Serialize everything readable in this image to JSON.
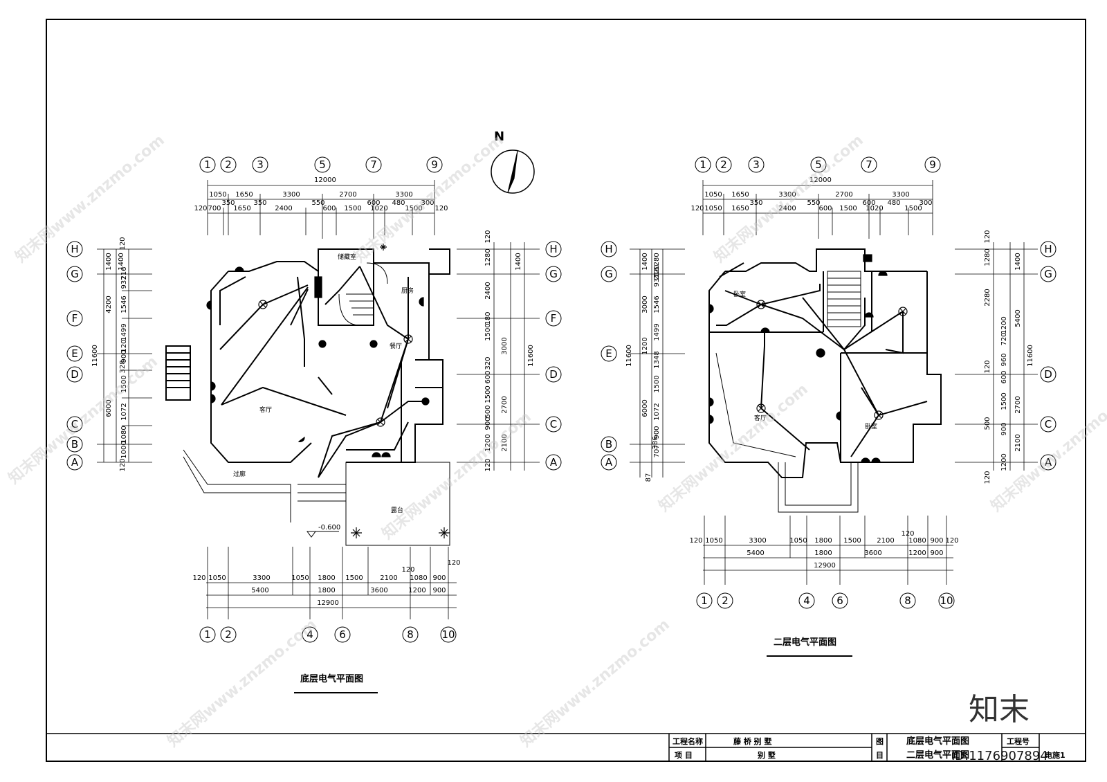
{
  "compass": {
    "north": "N"
  },
  "plan1": {
    "title": "底层电气平面图",
    "axes_top": [
      "1",
      "2",
      "3",
      "5",
      "7",
      "9"
    ],
    "axes_bottom": [
      "1",
      "2",
      "4",
      "6",
      "8",
      "10"
    ],
    "axes_left": [
      "H",
      "G",
      "F",
      "E",
      "D",
      "C",
      "B",
      "A"
    ],
    "dim_top_total": "12000",
    "dim_top_row1": [
      "1050",
      "1650",
      "3300",
      "2700",
      "3300"
    ],
    "dim_top_row2": [
      "120",
      "700",
      "1650",
      "2400",
      "600",
      "1500",
      "1020",
      "1500",
      "120"
    ],
    "dim_top_row2_small": [
      "350",
      "350",
      "550",
      "600",
      "480",
      "300"
    ],
    "dim_left_total": "11600",
    "dim_left_mid": [
      "4200",
      "6000"
    ],
    "dim_left_outer": [
      "1400",
      "1400"
    ],
    "dim_left_inner": [
      "120",
      "216",
      "937",
      "1546",
      "1499",
      "120",
      "900",
      "328",
      "1500",
      "1072",
      "1080",
      "1000",
      "120"
    ],
    "dim_right_total": "11600",
    "dim_right_outer": [
      "120",
      "1280",
      "1400",
      "2400",
      "180",
      "1500",
      "3000",
      "320",
      "600",
      "2700",
      "1500",
      "500",
      "900",
      "2100",
      "1200",
      "120"
    ],
    "dim_bottom_row1": [
      "120",
      "1050",
      "3300",
      "1050",
      "1800",
      "1500",
      "2100",
      "1080",
      "900",
      "120"
    ],
    "dim_bottom_row1_small": [
      "120"
    ],
    "dim_bottom_row2": [
      "5400",
      "1800",
      "3600",
      "1200",
      "900"
    ],
    "dim_bottom_total": "12900",
    "rooms": {
      "storage": "储藏室",
      "kitchen": "厨房",
      "dining": "餐厅",
      "living": "客厅",
      "corridor": "过廊",
      "terrace": "露台"
    },
    "level": "-0.600"
  },
  "plan2": {
    "title": "二层电气平面图",
    "axes_top": [
      "1",
      "2",
      "3",
      "5",
      "7",
      "9"
    ],
    "axes_bottom": [
      "1",
      "2",
      "4",
      "6",
      "8",
      "10"
    ],
    "axes_left": [
      "H",
      "G",
      "E",
      "B",
      "A"
    ],
    "axes_right": [
      "H",
      "G",
      "D",
      "C",
      "A"
    ],
    "dim_top_total": "12000",
    "dim_top_row1": [
      "1050",
      "1650",
      "3300",
      "2700",
      "3300"
    ],
    "dim_top_row2": [
      "120",
      "1050",
      "1650",
      "2400",
      "600",
      "1500",
      "1020",
      "1500"
    ],
    "dim_top_row2_small": [
      "350",
      "550",
      "600",
      "480",
      "300"
    ],
    "dim_left_total": "11600",
    "dim_left_mid": [
      "1400",
      "3000",
      "1200",
      "6000"
    ],
    "dim_left_inner": [
      "1280",
      "120",
      "937",
      "216",
      "1546",
      "1499",
      "1348",
      "1500",
      "1072",
      "900",
      "707",
      "386",
      "87"
    ],
    "dim_right_total": "11600",
    "dim_right_outer": [
      "120",
      "1280",
      "1400",
      "2280",
      "5400",
      "1200",
      "720",
      "960",
      "120",
      "600",
      "1500",
      "2700",
      "500",
      "900",
      "2100",
      "1200",
      "120"
    ],
    "dim_bottom_row1": [
      "120",
      "1050",
      "3300",
      "1050",
      "1800",
      "1500",
      "2100",
      "1080",
      "900",
      "120"
    ],
    "dim_bottom_row1_small": [
      "120"
    ],
    "dim_bottom_row2": [
      "5400",
      "1800",
      "3600",
      "1200",
      "900"
    ],
    "dim_bottom_total": "12900",
    "rooms": {
      "bedroom1": "卧室",
      "bedroom2": "卧室",
      "living": "客厅"
    }
  },
  "titleblock": {
    "project_name_label": "工程名称",
    "project_name": "藤  桥  别  墅",
    "item_label": "项    目",
    "item": "别    墅",
    "drawing_label_1": "图",
    "drawing_label_2": "目",
    "drawing_title_1": "底层电气平面图",
    "drawing_title_2": "二层电气平面图",
    "project_no_label": "工程号",
    "project_no": "电施1"
  },
  "watermark": {
    "site": "知末网www.znzmo.com",
    "brand": "知末",
    "id": "ID:1176907894"
  }
}
